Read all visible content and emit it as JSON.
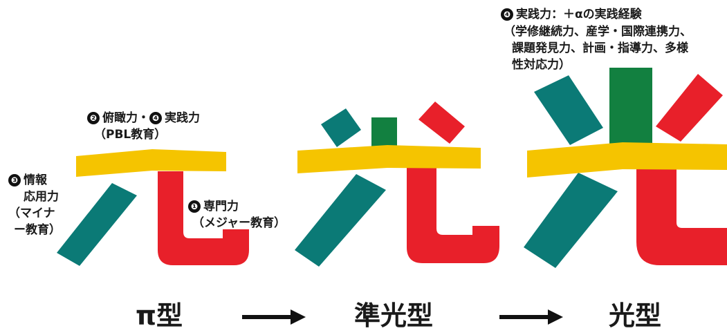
{
  "colors": {
    "yellow": "#f5c400",
    "red": "#e8202a",
    "teal": "#0b7a76",
    "green": "#128040",
    "text": "#1a1a1a"
  },
  "labels": {
    "overview_skills": {
      "marker": "❷",
      "main": "俯瞰力・",
      "marker2": "❹",
      "main2": "実践力",
      "sub": "（PBL教育）"
    },
    "info_skills": {
      "marker": "❸",
      "line1": "情報",
      "line2": "応用力",
      "line3": "（マイナ",
      "line4": "ー教育）"
    },
    "expert_skills": {
      "marker": "❶",
      "main": "専門力",
      "sub": "（メジャー教育）"
    },
    "practical_skills": {
      "marker": "❹",
      "main": "実践力：＋αの実践経験",
      "line2": "（学修継続力、産学・国際連携力、",
      "line3": "課題発見力、計画・指導力、多様",
      "line4": "性対応力）"
    }
  },
  "stages": {
    "pi": "π型",
    "semi": "準光型",
    "hikari": "光型"
  },
  "arrows": [
    "right-arrow",
    "right-arrow"
  ]
}
